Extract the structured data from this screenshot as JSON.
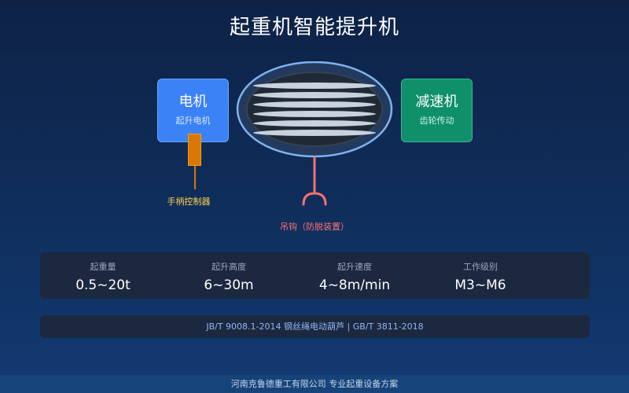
{
  "title": "起重机智能提升机",
  "motor": {
    "name": "电机",
    "desc": "起升电机"
  },
  "reducer": {
    "name": "减速机",
    "desc": "齿轮传动"
  },
  "handle": {
    "label": "手柄控制器"
  },
  "hook": {
    "label": "吊钩（防脱装置）"
  },
  "specs": [
    {
      "label": "起重量",
      "value": "0.5~20t"
    },
    {
      "label": "起升高度",
      "value": "6~30m"
    },
    {
      "label": "起升速度",
      "value": "4~8m/min"
    },
    {
      "label": "工作级别",
      "value": "M3~M6"
    }
  ],
  "standards": "JB/T 9008.1-2014 钢丝绳电动葫芦 | GB/T 3811-2018",
  "footer": "河南克鲁德重工有限公司 专业起重设备方案",
  "colors": {
    "motor": "#3b82f6",
    "reducer": "#0f8f6a",
    "handle": "#d97706",
    "hook": "#f87171",
    "drum_outline": "#7fb2f0"
  }
}
